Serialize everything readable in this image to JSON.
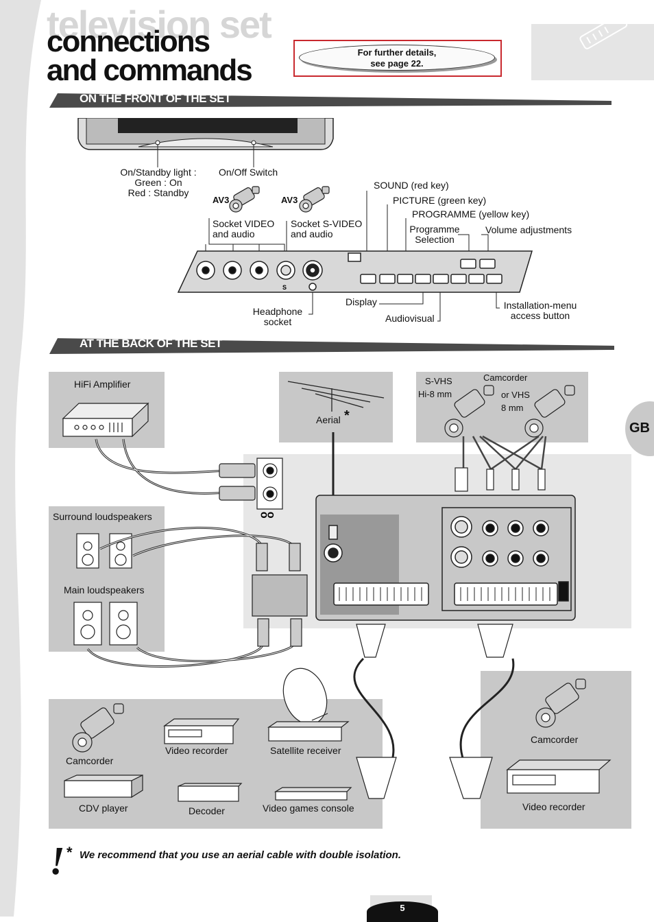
{
  "header": {
    "ghost_title": "television set",
    "title_line1": "connections",
    "title_line2": "and commands",
    "note_line1": "For further details,",
    "note_line2": "see page 22."
  },
  "language_badge": "GB",
  "sections": {
    "front": "ON THE FRONT OF THE SET",
    "back": "AT THE BACK OF THE SET"
  },
  "front_labels": {
    "standby_line1": "On/Standby light :",
    "standby_line2": "Green : On",
    "standby_line3": "Red : Standby",
    "onoff": "On/Off Switch",
    "av3_a": "AV3",
    "av3_b": "AV3",
    "socket_video_1": "Socket VIDEO",
    "socket_video_2": "and audio",
    "socket_svideo_1": "Socket S-VIDEO",
    "socket_svideo_2": "and audio",
    "sound": "SOUND (red key)",
    "picture": "PICTURE (green key)",
    "programme": "PROGRAMME (yellow key)",
    "prog_sel_1": "Programme",
    "prog_sel_2": "Selection",
    "volume": "Volume adjustments",
    "headphone_1": "Headphone",
    "headphone_2": "socket",
    "display": "Display",
    "audiovisual": "Audiovisual",
    "install_1": "Installation-menu",
    "install_2": "access button"
  },
  "back_labels": {
    "hifi": "HiFi Amplifier",
    "aerial": "Aerial",
    "asterisk": "*",
    "svhs": "S-VHS",
    "hi8": "Hi-8 mm",
    "camcorder_top": "Camcorder",
    "or_vhs": "or VHS",
    "eight_mm": "8 mm",
    "surround": "Surround loudspeakers",
    "main": "Main loudspeakers",
    "camcorder_left": "Camcorder",
    "video_recorder_left": "Video recorder",
    "satellite": "Satellite receiver",
    "cdv": "CDV player",
    "decoder": "Decoder",
    "games": "Video games console",
    "camcorder_right": "Camcorder",
    "video_recorder_right": "Video recorder"
  },
  "footnote": {
    "mark": "!",
    "star": "*",
    "text": "We recommend that you use an aerial cable with double isolation."
  },
  "page_number": "5"
}
